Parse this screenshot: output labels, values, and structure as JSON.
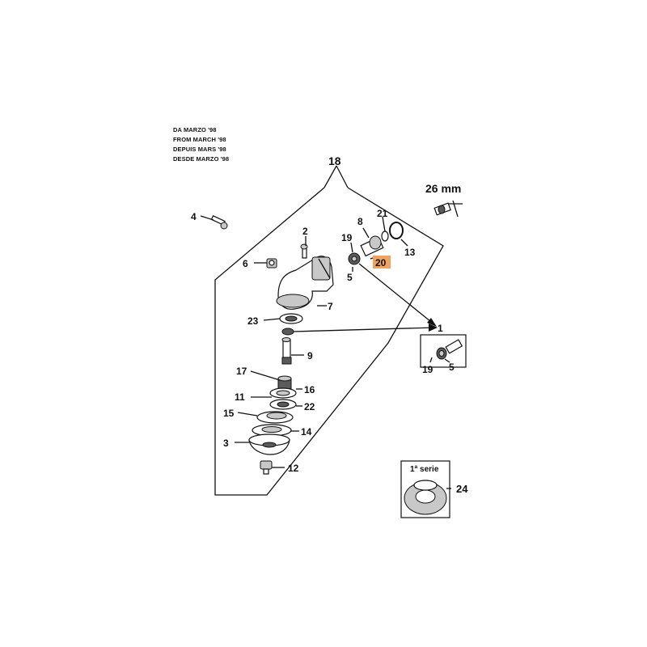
{
  "header_notes": [
    "DA MARZO '98",
    "FROM MARCH '98",
    "DEPUIS MARS '98",
    "DESDE MARZO '98"
  ],
  "size_label": "26 mm",
  "inset_label": "1ª serie",
  "callouts": {
    "c1": "1",
    "c2": "2",
    "c3": "3",
    "c4": "4",
    "c5": "5",
    "c5b": "5",
    "c6": "6",
    "c7": "7",
    "c8": "8",
    "c9": "9",
    "c11": "11",
    "c12": "12",
    "c13": "13",
    "c14": "14",
    "c15": "15",
    "c16": "16",
    "c17": "17",
    "c18": "18",
    "c19": "19",
    "c19b": "19",
    "c20": "20",
    "c21": "21",
    "c22": "22",
    "c23": "23",
    "c24": "24"
  },
  "highlight_callout": "20",
  "colors": {
    "highlight": "#f0a35e",
    "ink": "#111111"
  }
}
